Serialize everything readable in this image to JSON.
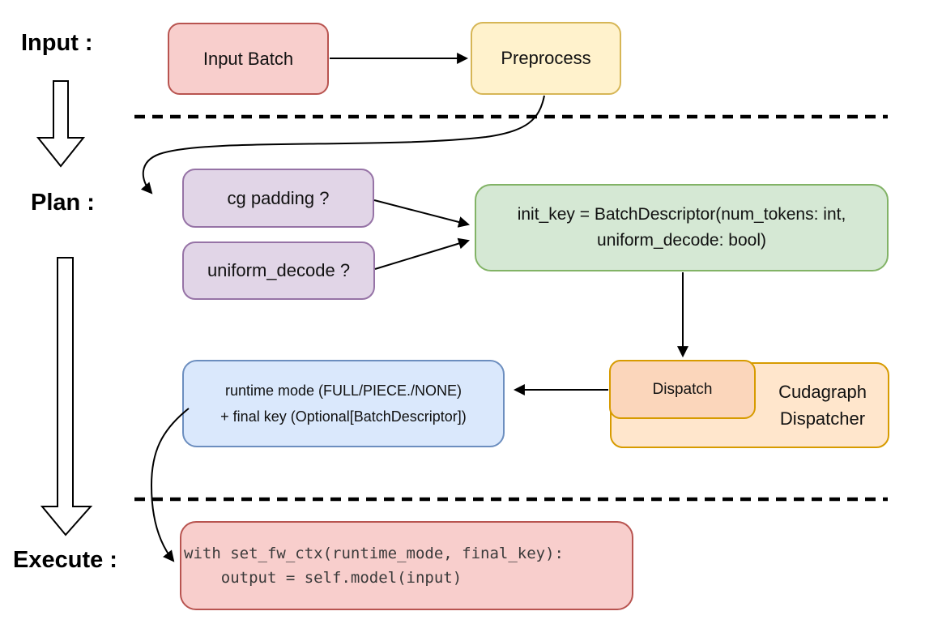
{
  "diagram": {
    "title_semantic": "cudagraph dispatch flow",
    "stages": {
      "input": "Input :",
      "plan": "Plan :",
      "execute": "Execute :"
    },
    "nodes": {
      "input_batch": {
        "label": "Input Batch"
      },
      "preprocess": {
        "label": "Preprocess"
      },
      "cg_padding": {
        "label": "cg padding ?"
      },
      "uniform_decode": {
        "label": "uniform_decode ?"
      },
      "init_key": {
        "line1": "init_key = BatchDescriptor(num_tokens: int,",
        "line2": "uniform_decode: bool)"
      },
      "dispatch": {
        "label": "Dispatch"
      },
      "cudagraph_dispatcher": {
        "line1": "Cudagraph",
        "line2": "Dispatcher"
      },
      "runtime_mode": {
        "line1": "runtime mode (FULL/PIECE./NONE)",
        "line2": "+ final key (Optional[BatchDescriptor])"
      },
      "execute_code": {
        "line1": "with set_fw_ctx(runtime_mode, final_key):",
        "line2": "    output = self.model(input)"
      }
    },
    "palette": {
      "pink": {
        "fill": "#f8cecc",
        "stroke": "#b85450"
      },
      "yellow": {
        "fill": "#fff2cc",
        "stroke": "#d6b656"
      },
      "purple": {
        "fill": "#e1d5e7",
        "stroke": "#9673a6"
      },
      "green": {
        "fill": "#d5e8d4",
        "stroke": "#82b366"
      },
      "blue": {
        "fill": "#dae8fc",
        "stroke": "#6c8ebf"
      },
      "orange_outer": {
        "fill": "#ffe6cc",
        "stroke": "#d79b00"
      },
      "orange_inner": {
        "fill": "#fbd6bb",
        "stroke": "#d79b00"
      },
      "connector": "#000000"
    }
  }
}
